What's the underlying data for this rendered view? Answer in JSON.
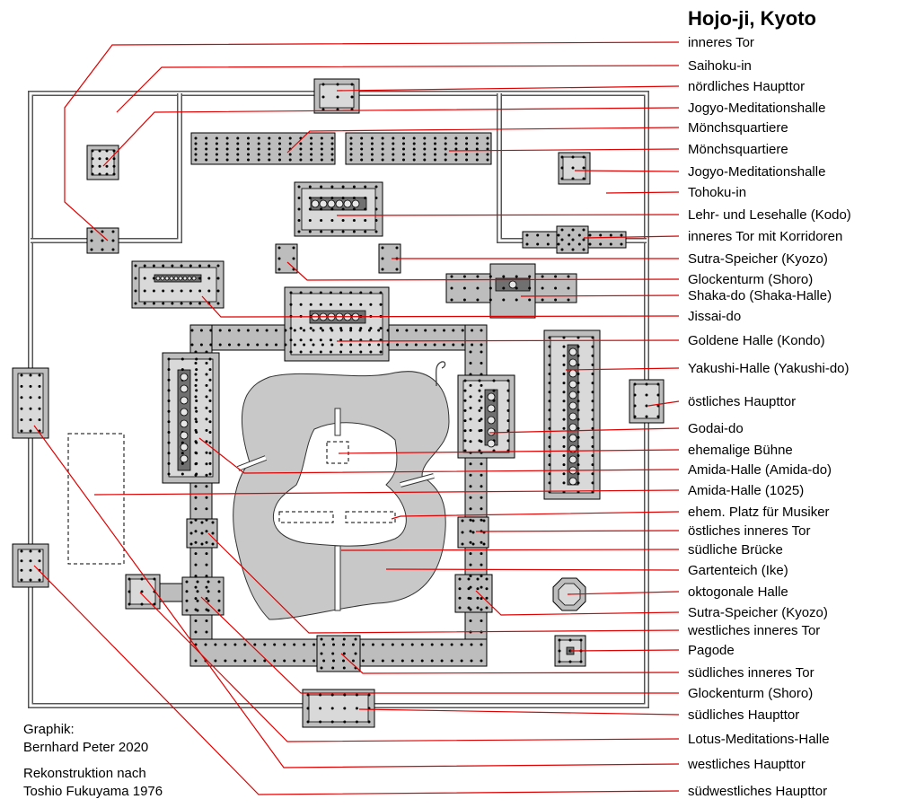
{
  "title": "Hojo-ji, Kyoto",
  "credits": {
    "line1": "Graphik:",
    "line2": "Bernhard Peter 2020",
    "line3": "Rekonstruktion nach",
    "line4": "Toshio Fukuyama 1976"
  },
  "labels": [
    "inneres Tor",
    "Saihoku-in",
    "nördliches Haupttor",
    "Jogyo-Meditationshalle",
    "Mönchsquartiere",
    "Mönchsquartiere",
    "Jogyo-Meditationshalle",
    "Tohoku-in",
    "Lehr- und Lesehalle (Kodo)",
    "inneres Tor mit Korridoren",
    "Sutra-Speicher (Kyozo)",
    "Glockenturm (Shoro)",
    "Shaka-do (Shaka-Halle)",
    "Jissai-do",
    "Goldene Halle (Kondo)",
    "Yakushi-Halle (Yakushi-do)",
    "östliches Haupttor",
    "Godai-do",
    "ehemalige Bühne",
    "Amida-Halle (Amida-do)",
    "Amida-Halle (1025)",
    "ehem. Platz für Musiker",
    "östliches inneres Tor",
    "südliche Brücke",
    "Gartenteich (Ike)",
    "oktogonale Halle",
    "Sutra-Speicher (Kyozo)",
    "westliches inneres Tor",
    "Pagode",
    "südliches inneres Tor",
    "Glockenturm (Shoro)",
    "südliches Haupttor",
    "Lotus-Meditations-Halle",
    "westliches Haupttor",
    "südwestliches Haupttor"
  ]
}
